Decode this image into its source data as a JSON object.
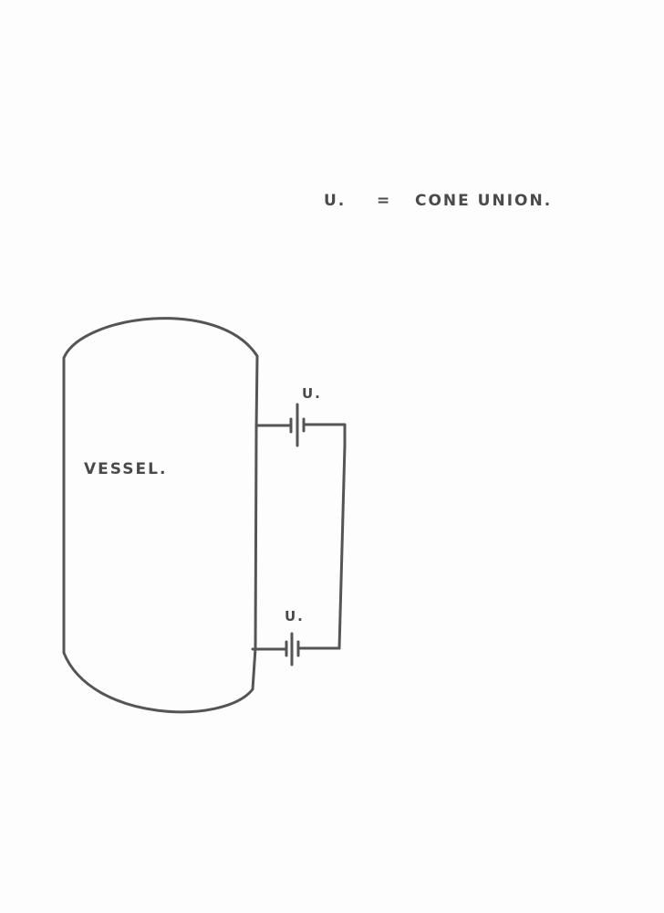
{
  "legend": {
    "symbol": "U.",
    "equals": "=",
    "meaning": "CONE UNION."
  },
  "vessel": {
    "label": "VESSEL."
  },
  "unions": [
    {
      "label": "U."
    },
    {
      "label": "U."
    }
  ],
  "colors": {
    "ink": "#555555",
    "paper": "#fdfdfd"
  }
}
